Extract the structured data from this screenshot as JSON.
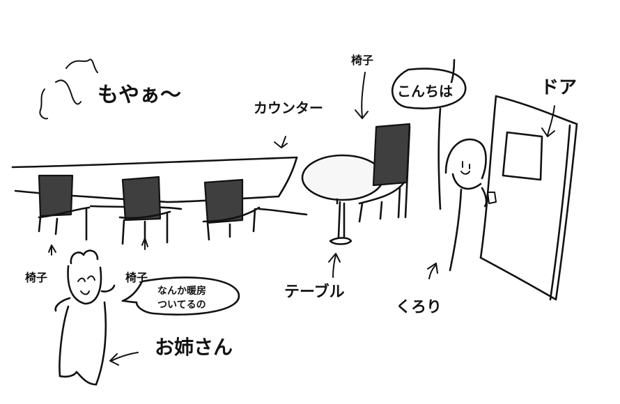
{
  "labels": {
    "moyaa": "もやぁ〜",
    "counter": "カウンター",
    "chair_top": "椅子",
    "konnichiha": "こんちは",
    "door": "ドア",
    "chair_left": "椅子",
    "chair_mid": "椅子",
    "danbou_line1": "なんか暖房",
    "danbou_line2": "ついてるの",
    "table": "テーブル",
    "kurori": "くろり",
    "oneesan": "お姉さん"
  },
  "colors": {
    "ink": "#111111",
    "seat": "#3f3f3f",
    "background": "#ffffff"
  }
}
